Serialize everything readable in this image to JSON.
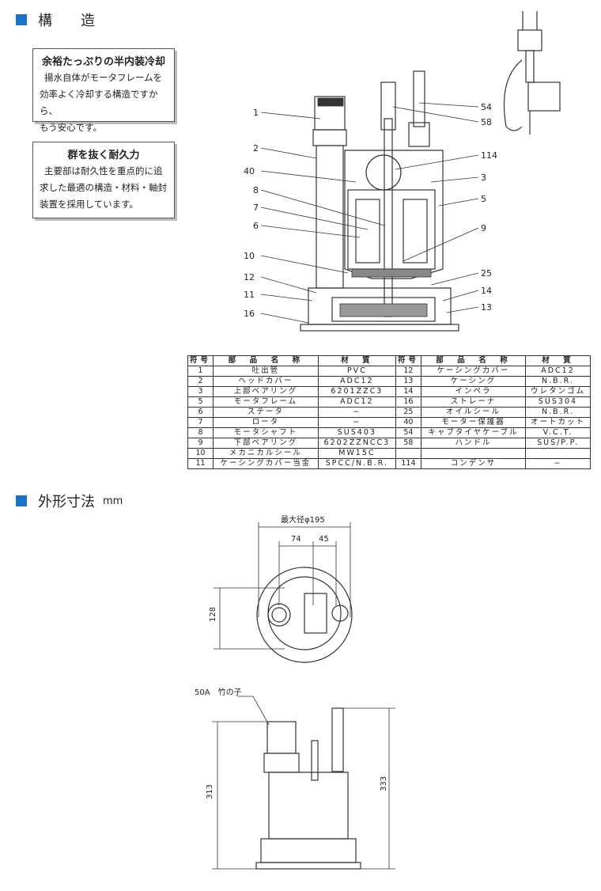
{
  "sections": {
    "structure": "構　　造",
    "dimensions": "外形寸法",
    "dimensions_unit": "mm"
  },
  "features": [
    {
      "title": "余裕たっぷりの半内装冷却",
      "lines": [
        "揚水自体がモータフレームを",
        "効率よく冷却する構造ですから、",
        "もう安心です。"
      ]
    },
    {
      "title": "群を抜く耐久力",
      "lines": [
        "主要部は耐久性を重点的に追",
        "求した最適の構造・材料・軸封",
        "装置を採用しています。"
      ]
    }
  ],
  "callouts": [
    "1",
    "2",
    "40",
    "8",
    "7",
    "6",
    "10",
    "12",
    "11",
    "16",
    "54",
    "58",
    "114",
    "3",
    "5",
    "9",
    "25",
    "14",
    "13"
  ],
  "parts_table": {
    "headers": [
      "符号",
      "部　品　名　称",
      "材　質",
      "符号",
      "部　品　名　称",
      "材　質"
    ],
    "rows": [
      [
        "1",
        "吐出管",
        "PVC",
        "12",
        "ケーシングカバー",
        "ADC12"
      ],
      [
        "2",
        "ヘッドカバー",
        "ADC12",
        "13",
        "ケーシング",
        "N.B.R."
      ],
      [
        "3",
        "上部ベアリング",
        "6201ZZC3",
        "14",
        "インペラ",
        "ウレタンゴム"
      ],
      [
        "5",
        "モータフレーム",
        "ADC12",
        "16",
        "ストレーナ",
        "SUS304"
      ],
      [
        "6",
        "ステータ",
        "−",
        "25",
        "オイルシール",
        "N.B.R."
      ],
      [
        "7",
        "ロータ",
        "−",
        "40",
        "モーター保護器",
        "オートカット"
      ],
      [
        "8",
        "モータシャフト",
        "SUS403",
        "54",
        "キャブタイヤケーブル",
        "V.C.T."
      ],
      [
        "9",
        "下部ベアリング",
        "6202ZZNCC3",
        "58",
        "ハンドル",
        "SUS/P.P."
      ],
      [
        "10",
        "メカニカルシール",
        "MW15C",
        "",
        "",
        ""
      ],
      [
        "11",
        "ケーシングカバー当金",
        "SPCC/N.B.R.",
        "114",
        "コンデンサ",
        "−"
      ]
    ]
  },
  "dimensions": {
    "max_diameter": "最大径φ195",
    "d74": "74",
    "d45": "45",
    "d128": "128",
    "hose": "50A　竹の子",
    "h313": "313",
    "h333": "333"
  }
}
